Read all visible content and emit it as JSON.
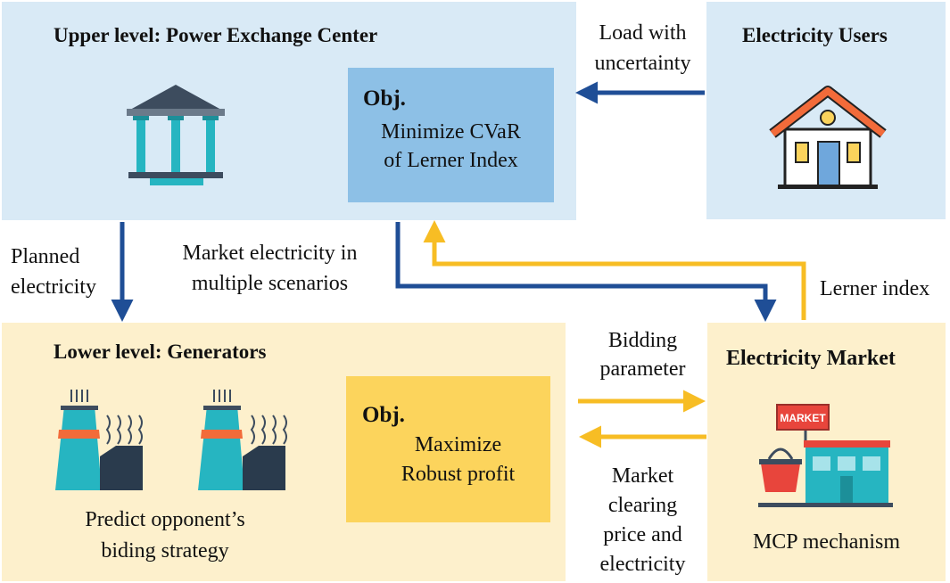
{
  "upper_panel": {
    "title": "Upper level: Power Exchange Center"
  },
  "upper_objective": {
    "heading": "Obj.",
    "line1": "Minimize CVaR",
    "line2": "of Lerner Index"
  },
  "users_panel": {
    "title": "Electricity Users"
  },
  "lower_panel": {
    "title": "Lower level: Generators",
    "caption_line1": "Predict opponent’s",
    "caption_line2": "biding strategy"
  },
  "lower_objective": {
    "heading": "Obj.",
    "line1": "Maximize",
    "line2": "Robust profit"
  },
  "market_panel": {
    "title": "Electricity Market",
    "caption": "MCP mechanism",
    "sign_text": "MARKET"
  },
  "flows": {
    "load": {
      "line1": "Load with",
      "line2": "uncertainty"
    },
    "planned": {
      "line1": "Planned",
      "line2": "electricity"
    },
    "market_electricity": {
      "line1": "Market electricity in",
      "line2": "multiple scenarios"
    },
    "lerner": {
      "line1": "Lerner index"
    },
    "bidding": {
      "line1": "Bidding",
      "line2": "parameter"
    },
    "clearing": {
      "line1": "Market",
      "line2": "clearing",
      "line3": "price and",
      "line4": "electricity"
    }
  },
  "colors": {
    "blue_panel": "#d9eaf6",
    "blue_obj": "#8dc0e6",
    "yellow_panel": "#fdf0cc",
    "yellow_obj": "#fcd45c",
    "blue_arrow": "#1f4e96",
    "yellow_arrow": "#f7bd24"
  }
}
